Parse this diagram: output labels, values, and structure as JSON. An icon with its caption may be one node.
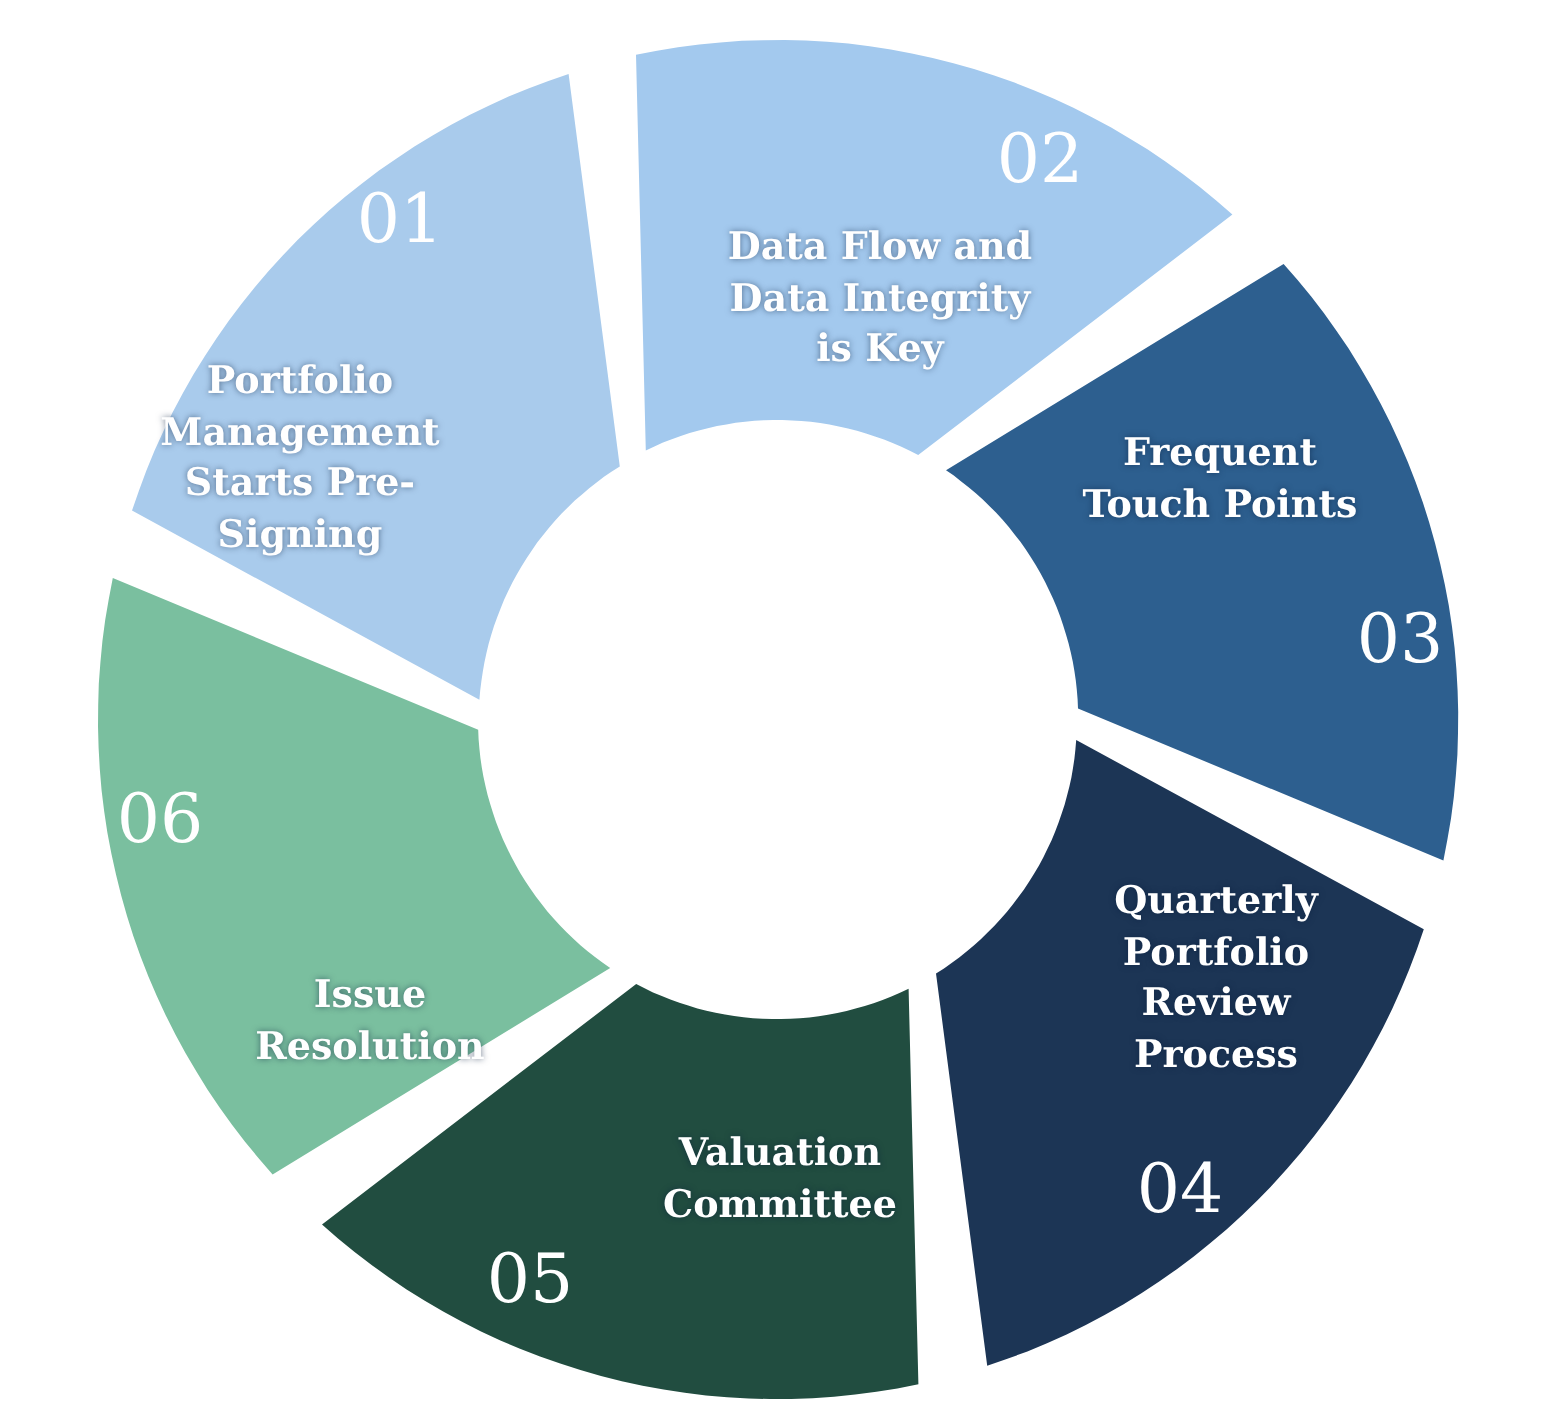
{
  "diagram": {
    "nodes": [
      {
        "text": [
          "01",
          "Portfolio Management Starts Pre-Signing"
        ]
      },
      {
        "text": [
          "02",
          "Data Flow and Data Integrity is Key"
        ]
      },
      {
        "text": [
          "Frequent Touch Points",
          "03"
        ]
      },
      {
        "text": [
          "Quarterly Portfolio Review Process",
          "04"
        ]
      },
      {
        "text": [
          "Valuation Committee",
          "05"
        ]
      },
      {
        "text": [
          "06",
          "Issue Resolution"
        ]
      }
    ]
  }
}
